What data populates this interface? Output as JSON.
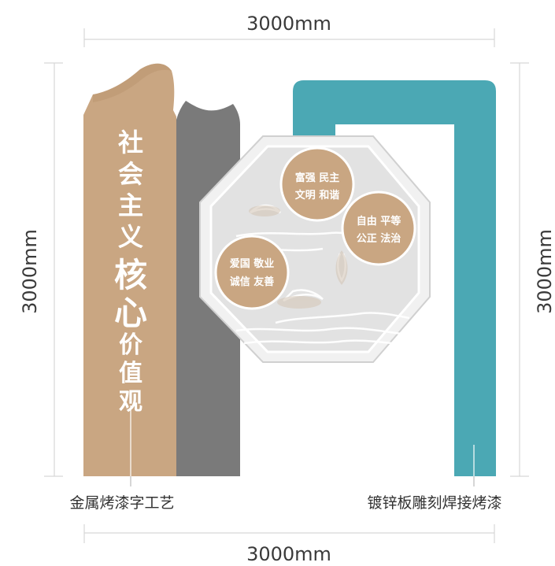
{
  "dimensions": {
    "top": "3000mm",
    "bottom": "3000mm",
    "left": "3000mm",
    "right": "3000mm"
  },
  "vertical_slogan": [
    "社",
    "会",
    "主",
    "义",
    "核",
    "心",
    "价",
    "值",
    "观"
  ],
  "circles": [
    {
      "line1": "富强 民主",
      "line2": "文明 和谐"
    },
    {
      "line1": "自由 平等",
      "line2": "公正 法治"
    },
    {
      "line1": "爱国 敬业",
      "line2": "诚信 友善"
    }
  ],
  "callouts": {
    "left": "金属烤漆字工艺",
    "right": "镀锌板雕刻焊接烤漆"
  },
  "colors": {
    "tan": "#c9a682",
    "gray": "#7a7a7a",
    "teal": "#4ba8b4",
    "octagon_fill": "#e6e6e6",
    "circle": "#c9a682"
  }
}
